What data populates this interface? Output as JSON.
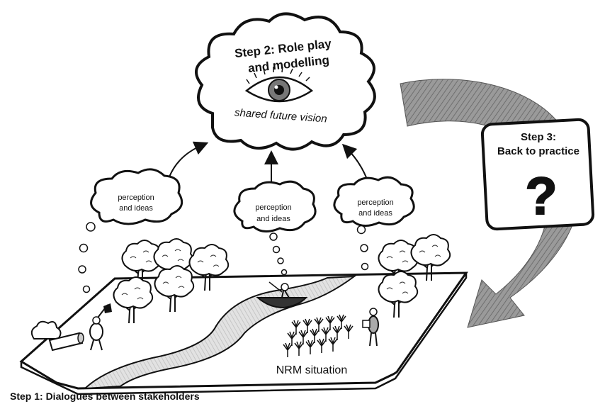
{
  "step2": {
    "title_line1": "Step 2: Role play",
    "title_line2": "and modelling",
    "subtitle": "shared future vision"
  },
  "step3": {
    "title_line1": "Step 3:",
    "title_line2": "Back to practice",
    "symbol": "?"
  },
  "perception_bubbles": [
    {
      "line1": "perception",
      "line2": "and ideas"
    },
    {
      "line1": "perception",
      "line2": "and ideas"
    },
    {
      "line1": "perception",
      "line2": "and ideas"
    }
  ],
  "landscape": {
    "label": "NRM situation"
  },
  "step1": {
    "caption": "Step 1: Dialogues between stakeholders"
  },
  "icons": [
    "eye-icon",
    "tree-icon",
    "boat-icon",
    "fisherman-icon",
    "flag-icon",
    "crop-icon",
    "person-icon",
    "question-mark-icon"
  ],
  "colors": {
    "ink": "#111111",
    "river": "#d9d9d9",
    "ground": "#ffffff",
    "arrow_gray": "#8e8e8e"
  }
}
